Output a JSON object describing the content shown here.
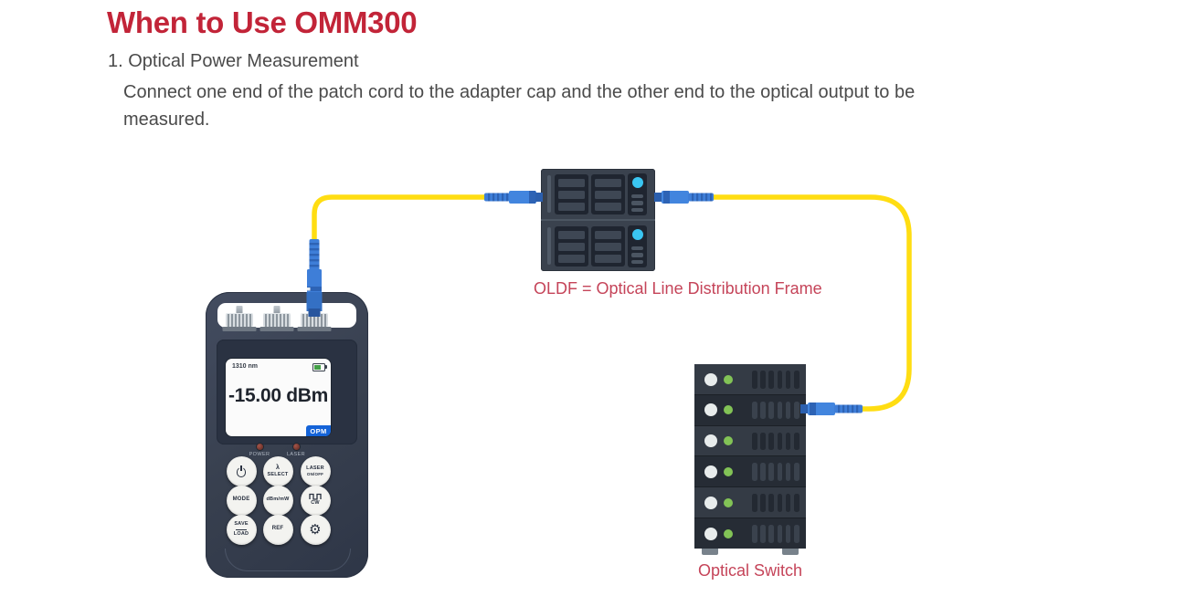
{
  "page": {
    "title": "When to Use OMM300",
    "step_heading": "1. Optical Power Measurement",
    "step_body": "Connect one end of the patch cord to the adapter cap and the other end to the optical output to be\nmeasured."
  },
  "meter": {
    "screen": {
      "wavelength": "1310 nm",
      "reading": "-15.00 dBm",
      "mode_badge": "OPM",
      "battery_icon": "battery-icon"
    },
    "leds": [
      {
        "label": "POWER"
      },
      {
        "label": "LASER"
      }
    ],
    "buttons": [
      {
        "icon": "power-icon"
      },
      {
        "line1": "λ",
        "line2": "SELECT"
      },
      {
        "line1": "LASER",
        "line2": "ON/OFF"
      },
      {
        "line1": "MODE"
      },
      {
        "line1": "dBm/mW"
      },
      {
        "icon": "square-wave-icon",
        "line2": "CW"
      },
      {
        "line1": "SAVE",
        "line2": "LOAD"
      },
      {
        "line1": "REF"
      },
      {
        "icon": "gear-icon"
      }
    ]
  },
  "oldf": {
    "label": "OLDF = Optical Line Distribution Frame",
    "unit_count": 2,
    "groups_per_unit": 2,
    "slats_per_group": 3,
    "status_led_icon": "cyan-led-icon"
  },
  "switch": {
    "label": "Optical Switch",
    "unit_count": 6,
    "vents_per_unit": 6,
    "led_icons": [
      "white-led-icon",
      "green-led-icon"
    ]
  },
  "icons": {
    "gear": "⚙"
  },
  "colors": {
    "title_red": "#C22438",
    "label_red": "#C54459",
    "cable_yellow": "#FFDD12",
    "connector_blue": "#3E7ED8",
    "connector_blue_dark": "#2D63B5",
    "device_body": "#38404F",
    "rack_body": "#3A424E",
    "switch_unit_light": "#343B45",
    "switch_unit_dark": "#262C35",
    "led_cyan": "#3AC6F2",
    "led_green": "#82C356",
    "opm_blue": "#1463D8",
    "battery_green": "#43A047"
  }
}
